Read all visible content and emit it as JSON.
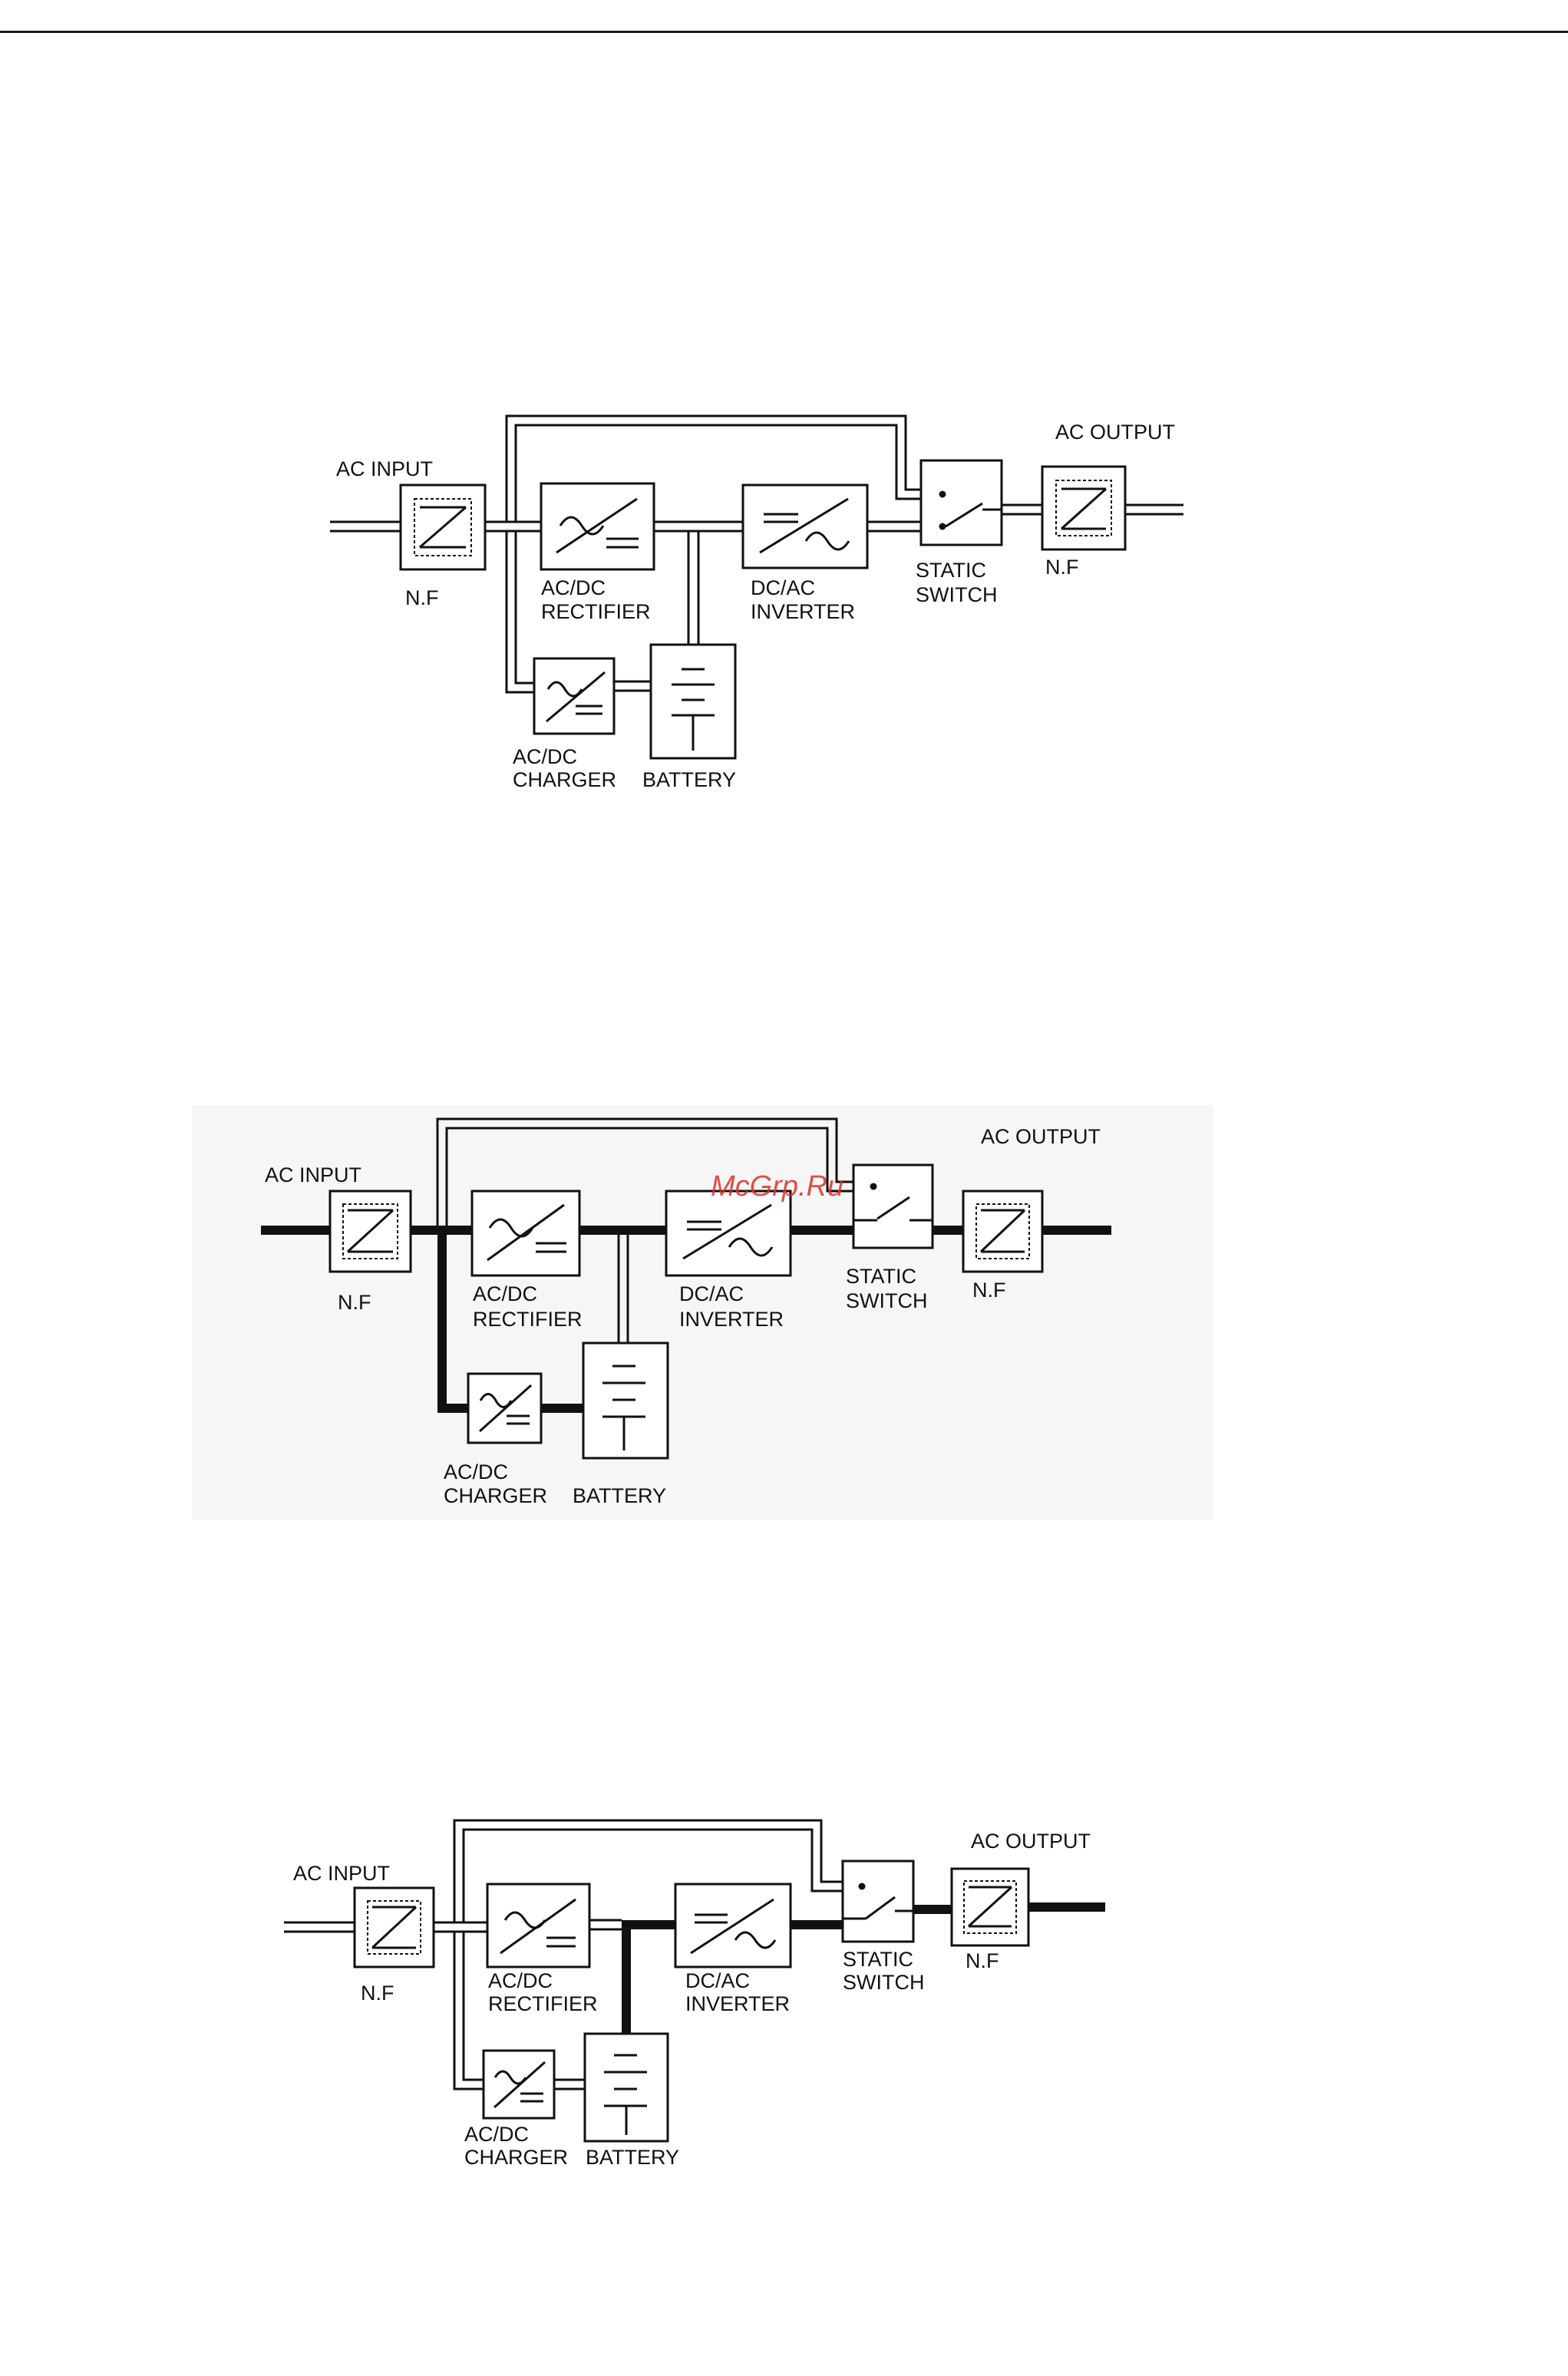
{
  "watermark": "McGrp.Ru",
  "diagrams": [
    {
      "id": "normal-mode",
      "labels": {
        "ac_input": "AC INPUT",
        "nf_in": "N.F",
        "rectifier_1": "AC/DC",
        "rectifier_2": "RECTIFIER",
        "inverter_1": "DC/AC",
        "inverter_2": "INVERTER",
        "switch_1": "STATIC",
        "switch_2": "SWITCH",
        "nf_out": "N.F",
        "ac_output": "AC OUTPUT",
        "charger_1": "AC/DC",
        "charger_2": "CHARGER",
        "battery": "BATTERY"
      }
    },
    {
      "id": "battery-mode",
      "labels": {
        "ac_input": "AC INPUT",
        "nf_in": "N.F",
        "rectifier_1": "AC/DC",
        "rectifier_2": "RECTIFIER",
        "inverter_1": "DC/AC",
        "inverter_2": "INVERTER",
        "switch_1": "STATIC",
        "switch_2": "SWITCH",
        "nf_out": "N.F",
        "ac_output": "AC OUTPUT",
        "charger_1": "AC/DC",
        "charger_2": "CHARGER",
        "battery": "BATTERY"
      }
    },
    {
      "id": "bypass-mode",
      "labels": {
        "ac_input": "AC INPUT",
        "nf_in": "N.F",
        "rectifier_1": "AC/DC",
        "rectifier_2": "RECTIFIER",
        "inverter_1": "DC/AC",
        "inverter_2": "INVERTER",
        "switch_1": "STATIC",
        "switch_2": "SWITCH",
        "nf_out": "N.F",
        "ac_output": "AC OUTPUT",
        "charger_1": "AC/DC",
        "charger_2": "CHARGER",
        "battery": "BATTERY"
      }
    }
  ]
}
